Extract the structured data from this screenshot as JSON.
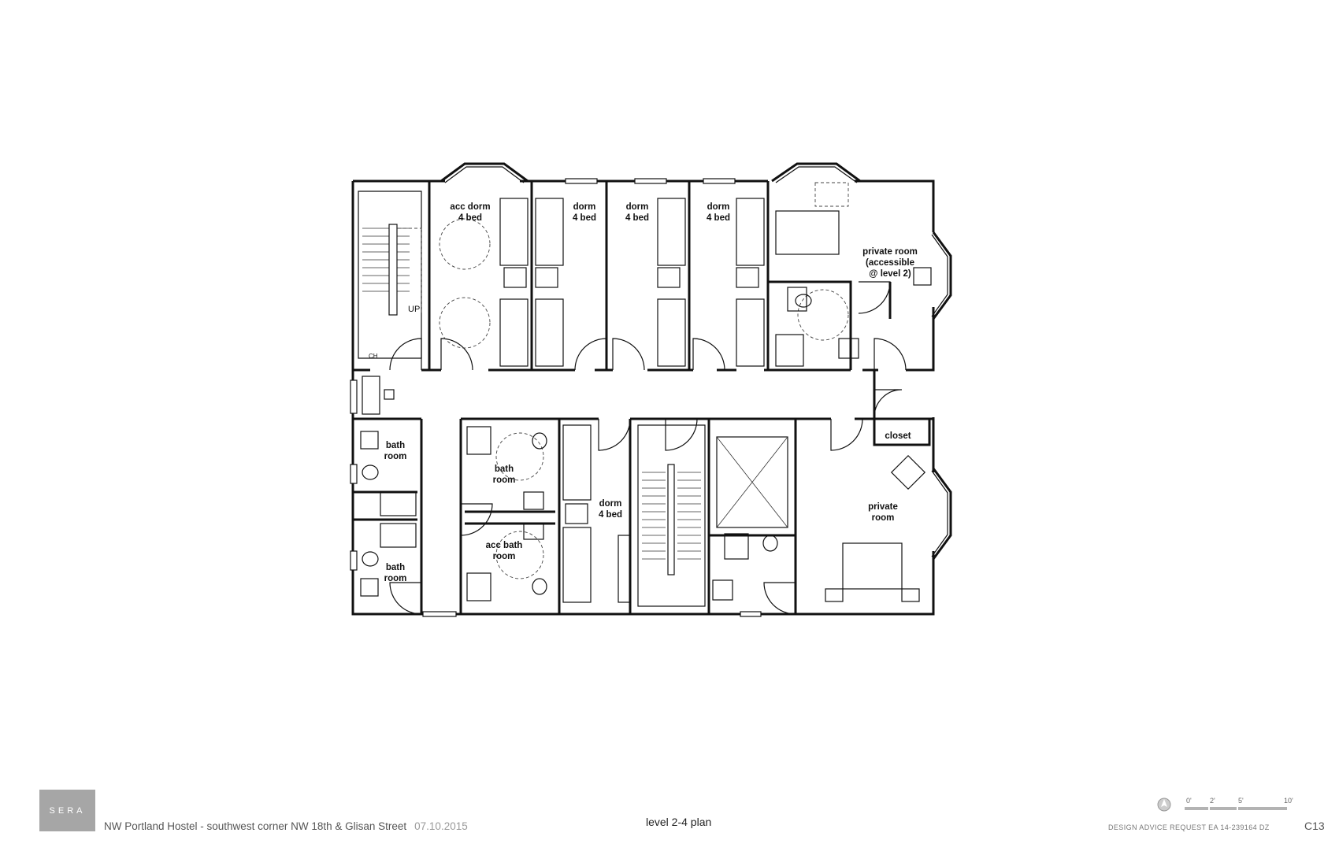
{
  "plan": {
    "rooms": [
      {
        "id": "acc-dorm",
        "lines": [
          "acc dorm",
          "4 bed"
        ]
      },
      {
        "id": "dorm-1",
        "lines": [
          "dorm",
          "4 bed"
        ]
      },
      {
        "id": "dorm-2",
        "lines": [
          "dorm",
          "4 bed"
        ]
      },
      {
        "id": "dorm-3",
        "lines": [
          "dorm",
          "4 bed"
        ]
      },
      {
        "id": "private-room-1",
        "lines": [
          "private room",
          "(accessible",
          "@ level 2)"
        ]
      },
      {
        "id": "bath-1",
        "lines": [
          "bath",
          "room"
        ]
      },
      {
        "id": "bath-2",
        "lines": [
          "bath",
          "room"
        ]
      },
      {
        "id": "acc-bath",
        "lines": [
          "acc bath",
          "room"
        ]
      },
      {
        "id": "bath-3",
        "lines": [
          "bath",
          "room"
        ]
      },
      {
        "id": "dorm-4",
        "lines": [
          "dorm",
          "4 bed"
        ]
      },
      {
        "id": "closet",
        "lines": [
          "closet"
        ]
      },
      {
        "id": "private-room-2",
        "lines": [
          "private",
          "room"
        ]
      }
    ],
    "stair_label": "UP",
    "small_label": "CH"
  },
  "footer": {
    "logo": "SERA",
    "project": "NW Portland Hostel - southwest corner NW 18th & Glisan Street",
    "date": "07.10.2015",
    "sheet_title": "level 2-4 plan",
    "submission": "DESIGN ADVICE REQUEST  EA 14-239164 DZ",
    "sheet_number": "C13",
    "scale_labels": [
      "0'",
      "2'",
      "5'",
      "10'"
    ]
  }
}
